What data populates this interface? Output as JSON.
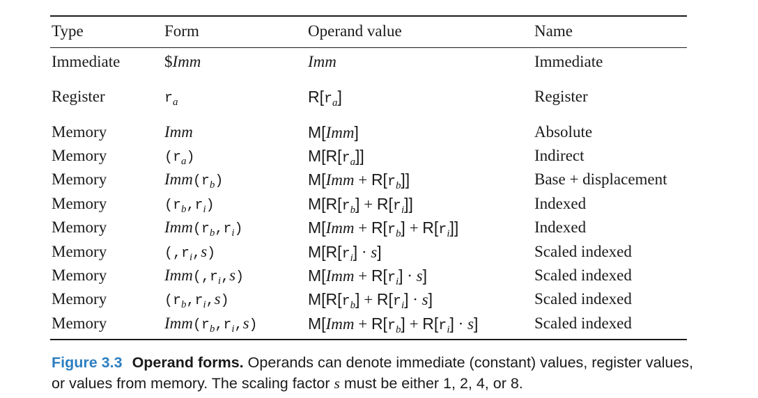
{
  "table": {
    "headers": [
      "Type",
      "Form",
      "Operand value",
      "Name"
    ],
    "rows": [
      {
        "type": "Immediate",
        "name": "Immediate"
      },
      {
        "type": "Register",
        "name": "Register"
      },
      {
        "type": "Memory",
        "name": "Absolute"
      },
      {
        "type": "Memory",
        "name": "Indirect"
      },
      {
        "type": "Memory",
        "name": "Base + displacement"
      },
      {
        "type": "Memory",
        "name": "Indexed"
      },
      {
        "type": "Memory",
        "name": "Indexed"
      },
      {
        "type": "Memory",
        "name": "Scaled indexed"
      },
      {
        "type": "Memory",
        "name": "Scaled indexed"
      },
      {
        "type": "Memory",
        "name": "Scaled indexed"
      },
      {
        "type": "Memory",
        "name": "Scaled indexed"
      }
    ],
    "forms": [
      "$Imm",
      "r_a",
      "Imm",
      "(r_a)",
      "Imm(r_b)",
      "(r_b,r_i)",
      "Imm(r_b,r_i)",
      "(,r_i,s)",
      "Imm(,r_i,s)",
      "(r_b,r_i,s)",
      "Imm(r_b,r_i,s)"
    ],
    "operand_values": [
      "Imm",
      "R[r_a]",
      "M[Imm]",
      "M[R[r_a]]",
      "M[Imm + R[r_b]]",
      "M[R[r_b] + R[r_i]]",
      "M[Imm + R[r_b] + R[r_i]]",
      "M[R[r_i] · s]",
      "M[Imm + R[r_i] · s]",
      "M[R[r_b] + R[r_i] · s]",
      "M[Imm + R[r_b] + R[r_i] · s]"
    ]
  },
  "caption": {
    "label": "Figure 3.3",
    "title": "Operand forms.",
    "text_before_s": "Operands can denote immediate (constant) values, register values, or values from memory. The scaling factor",
    "s": "s",
    "text_after_s": "must be either 1, 2, 4, or 8."
  },
  "colors": {
    "figure_label": "#2d7fc1",
    "text": "#1a1a1a",
    "rules": "#1a1a1a"
  }
}
